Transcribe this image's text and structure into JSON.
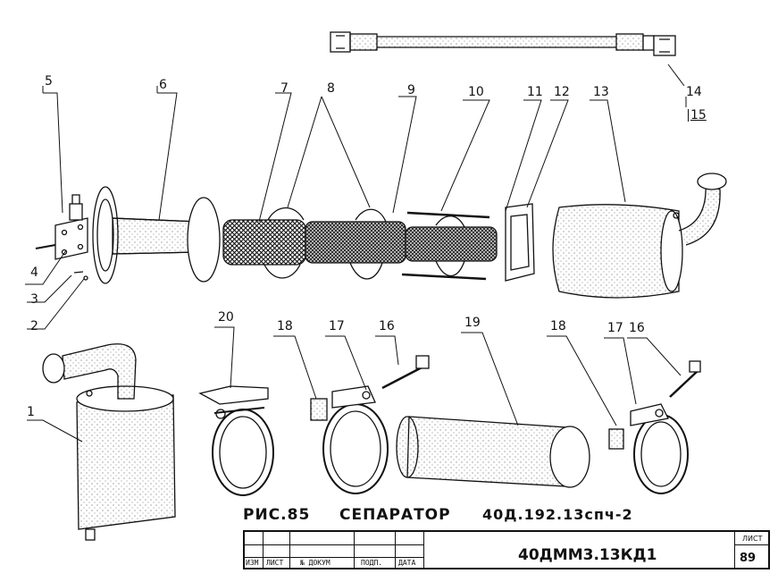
{
  "callouts": {
    "c1": "1",
    "c2": "2",
    "c3": "3",
    "c4": "4",
    "c5": "5",
    "c6": "6",
    "c7": "7",
    "c8": "8",
    "c9": "9",
    "c10": "10",
    "c11": "11",
    "c12": "12",
    "c13": "13",
    "c14": "14",
    "c15": "15",
    "c16a": "16",
    "c16b": "16",
    "c17a": "17",
    "c17b": "17",
    "c18a": "18",
    "c18b": "18",
    "c19": "19",
    "c20": "20"
  },
  "caption": {
    "figure": "РИС.85",
    "name": "СЕПАРАТОР",
    "code": "40Д.192.13спч-2"
  },
  "title_block": {
    "columns": [
      "ИЗМ",
      "ЛИСТ",
      "№ ДОКУМ",
      "ПОДП.",
      "ДАТА"
    ],
    "doc_code": "40ДММ3.13КД1",
    "sheet_label": "ЛИСТ",
    "sheet_number": "89"
  },
  "colors": {
    "ink": "#111111",
    "paper": "#ffffff"
  }
}
